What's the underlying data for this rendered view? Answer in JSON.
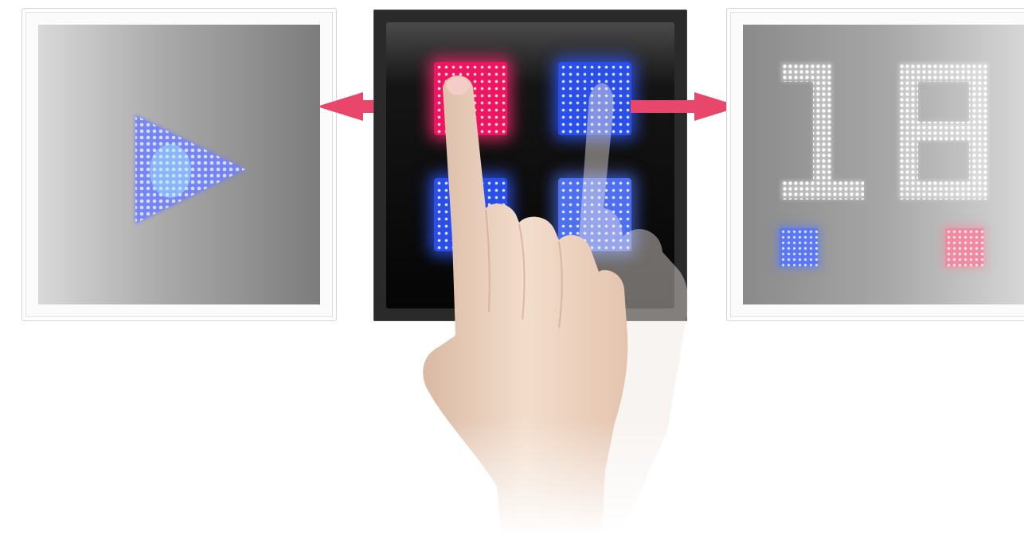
{
  "left_panel": {
    "icon": "play-triangle-icon",
    "led_color": "#6f7ff5"
  },
  "center_panel": {
    "keys": [
      {
        "name": "key-top-left",
        "color": "#ee1660",
        "state": "pressed"
      },
      {
        "name": "key-top-right",
        "color": "#2a4fe8",
        "state": "idle"
      },
      {
        "name": "key-bottom-left",
        "color": "#2a4fe8",
        "state": "idle"
      },
      {
        "name": "key-bottom-right",
        "color": "#4d6ff0",
        "state": "idle"
      }
    ],
    "gesture": "swipe-hand-icon"
  },
  "right_panel": {
    "display_value": "18",
    "left_indicator_color": "#5a78f5",
    "right_indicator_color": "#f08aa0"
  },
  "arrows": {
    "left": "arrow-left-icon",
    "right": "arrow-right-icon",
    "color": "#e8466a"
  }
}
